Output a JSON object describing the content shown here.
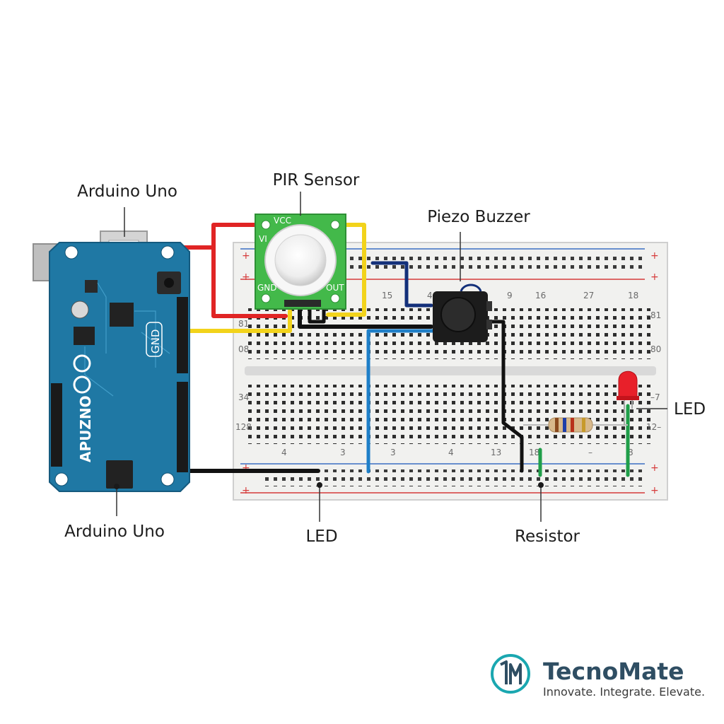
{
  "labels": {
    "arduino_top": "Arduino Uno",
    "arduino_bottom": "Arduino Uno",
    "pir": "PIR Sensor",
    "buzzer": "Piezo Buzzer",
    "led_right": "LED",
    "led_bottom": "LED",
    "resistor": "Resistor"
  },
  "pir_pins": {
    "vcc": "VCC",
    "gnd": "GND",
    "out": "OUT",
    "vi": "VI"
  },
  "board": {
    "logo_text": "APUZNO",
    "gnd_text": "GND"
  },
  "breadboard": {
    "top_numbers": [
      "15",
      "4",
      "9",
      "16",
      "27",
      "18"
    ],
    "bottom_numbers": [
      "4",
      "3",
      "3",
      "4",
      "13",
      "18",
      "–",
      "8"
    ],
    "left_numbers": [
      "81",
      "08",
      "34",
      "128"
    ],
    "right_numbers": [
      "–81",
      "80",
      "–7",
      "12–"
    ]
  },
  "brand": {
    "name": "TecnoMate",
    "tagline": "Innovate. Integrate. Elevate."
  },
  "colors": {
    "board": "#1f78a4",
    "pir_board": "#43b94a",
    "wire_red": "#e02424",
    "wire_yellow": "#f2d31b",
    "wire_black": "#111111",
    "wire_blue": "#1e7fc8",
    "wire_navy": "#13307a",
    "wire_green": "#1f9e49",
    "brand_teal": "#1aa7b0"
  }
}
